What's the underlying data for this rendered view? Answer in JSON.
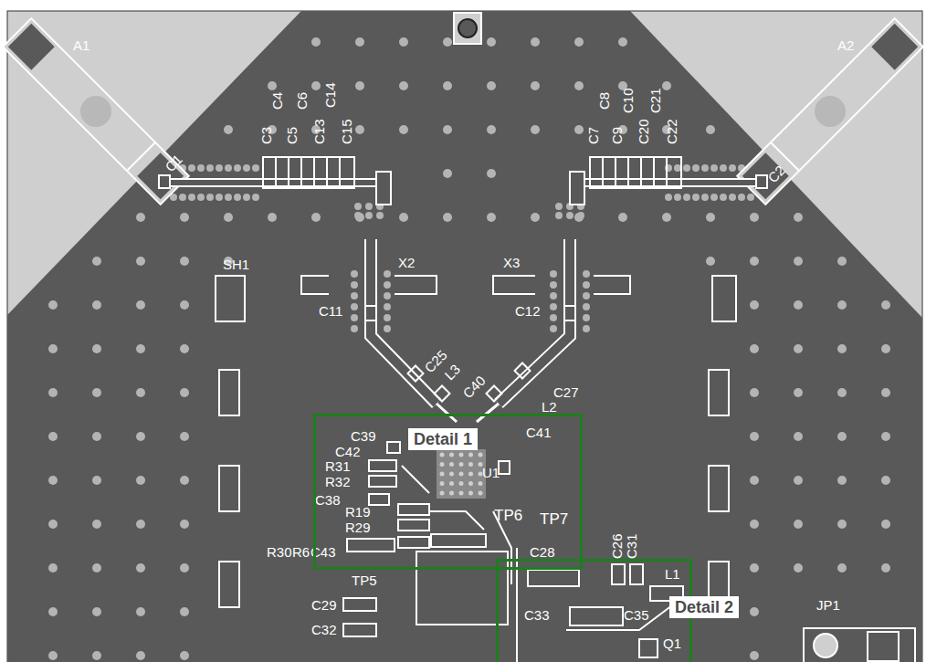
{
  "diagram": {
    "nodes": [
      {
        "text": [
          "Detail 1"
        ]
      },
      {
        "text": [
          "Detail 2"
        ]
      }
    ],
    "labels": [
      "A1",
      "A2",
      "C3",
      "C4",
      "C5",
      "C6",
      "C13",
      "C14",
      "C15",
      "C7",
      "C8",
      "C9",
      "C10",
      "C20",
      "C21",
      "C22",
      "C1",
      "C2",
      "SH1",
      "X2",
      "X3",
      "C11",
      "C12",
      "C25",
      "L3",
      "C40",
      "C27",
      "L2",
      "C41",
      "C39",
      "C42",
      "R31",
      "R32",
      "C38",
      "U1",
      "R19",
      "R29",
      "TP6",
      "TP7",
      "R30",
      "R6",
      "C43",
      "C26",
      "C31",
      "C28",
      "L1",
      "TP5",
      "C29",
      "C32",
      "C33",
      "C35",
      "JP1",
      "Q1"
    ]
  }
}
